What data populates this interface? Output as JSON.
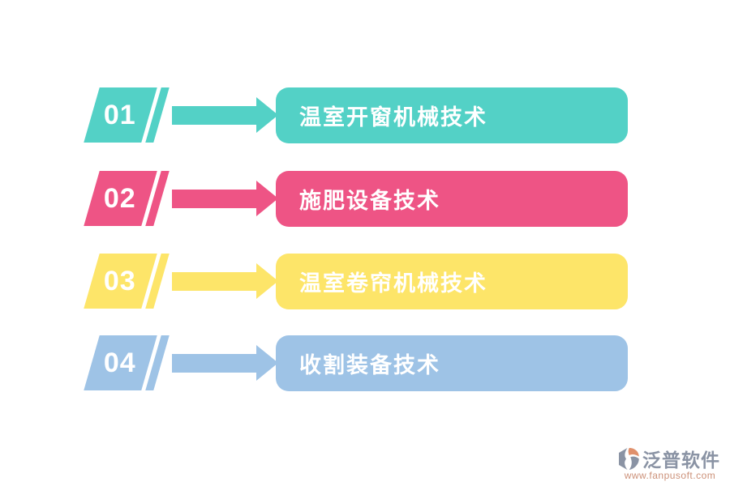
{
  "page": {
    "background": "#ffffff",
    "text_color": "#ffffff"
  },
  "steps": [
    {
      "number": "01",
      "label": "温室开窗机械技术",
      "color": "#53d1c6"
    },
    {
      "number": "02",
      "label": "施肥设备技术",
      "color": "#ee5485"
    },
    {
      "number": "03",
      "label": "温室卷帘机械技术",
      "color": "#fde569"
    },
    {
      "number": "04",
      "label": "收割装备技术",
      "color": "#9ec3e6"
    }
  ],
  "logo": {
    "name": "泛普软件",
    "url": "www.fanpusoft.com",
    "name_color": "#8a93a4",
    "url_color": "#cc9179",
    "icon_gray": "#8a93a4",
    "icon_orange": "#e0906c"
  }
}
